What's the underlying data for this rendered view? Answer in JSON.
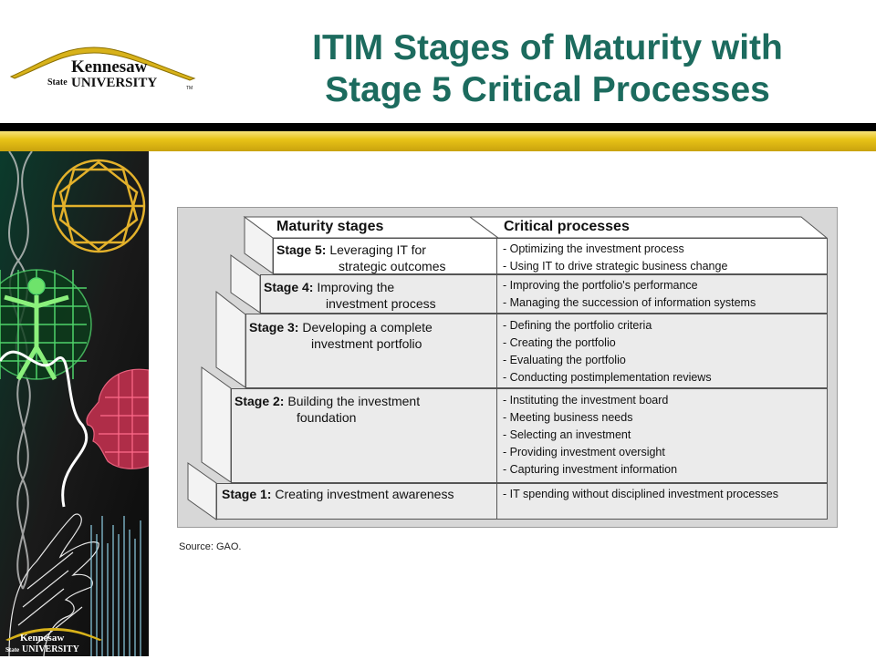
{
  "header": {
    "title_line1": "ITIM Stages of Maturity with",
    "title_line2": "Stage 5 Critical Processes",
    "logo_text_top": "Kennesaw",
    "logo_text_state": "State",
    "logo_text_univ": "UNIVERSITY",
    "logo_tm": "TM"
  },
  "side_logo": {
    "line1": "Kennesaw",
    "line2": "State",
    "line3": "UNIVERSITY"
  },
  "colors": {
    "title": "#1c6b5e",
    "gold": "#e8c317",
    "black_bar": "#000000"
  },
  "diagram": {
    "col_stages": "Maturity stages",
    "col_processes": "Critical processes",
    "stages": [
      {
        "label": "Stage 5:",
        "text1": "Leveraging IT for",
        "text2": "strategic outcomes",
        "processes": [
          "- Optimizing the investment process",
          "- Using IT to drive strategic business change"
        ]
      },
      {
        "label": "Stage 4:",
        "text1": "Improving the",
        "text2": "investment process",
        "processes": [
          "- Improving the portfolio's performance",
          "- Managing the succession of information systems"
        ]
      },
      {
        "label": "Stage 3:",
        "text1": "Developing a complete",
        "text2": "investment portfolio",
        "processes": [
          "- Defining the portfolio criteria",
          "- Creating the portfolio",
          "- Evaluating the portfolio",
          "- Conducting postimplementation reviews"
        ]
      },
      {
        "label": "Stage 2:",
        "text1": "Building the investment",
        "text2": "foundation",
        "processes": [
          "- Instituting the investment board",
          "- Meeting business needs",
          "- Selecting an investment",
          "- Providing investment oversight",
          "- Capturing investment information"
        ]
      },
      {
        "label": "Stage 1:",
        "text1": "Creating investment awareness",
        "text2": "",
        "processes": [
          "- IT spending without disciplined investment processes"
        ]
      }
    ],
    "source": "Source: GAO."
  }
}
